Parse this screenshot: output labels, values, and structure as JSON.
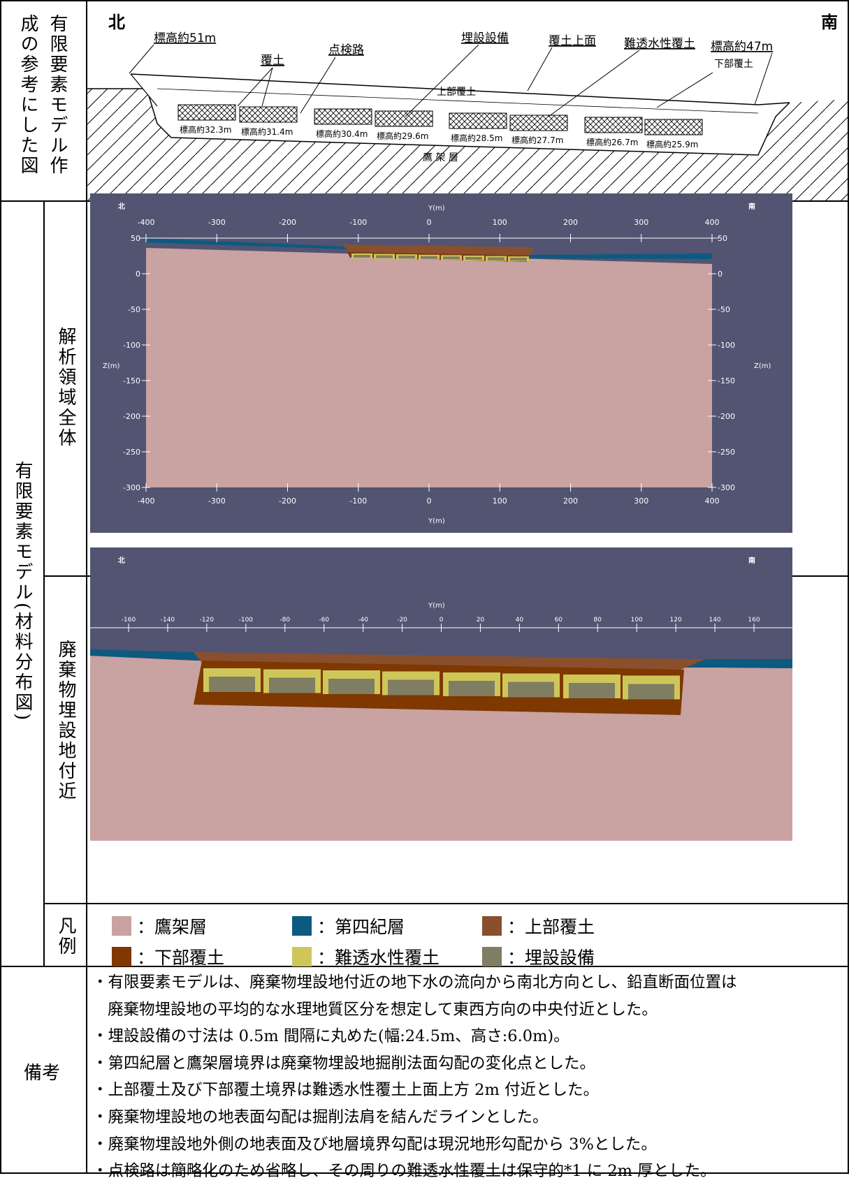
{
  "sections": {
    "reference_label": "有限要素モデル作成の参考にした図",
    "reference_label_col1": "有限要素モデル作",
    "reference_label_col2": "成の参考にした図",
    "model_label": "有限要素モデル(材料分布図)",
    "whole_label": "解析領域全体",
    "near_label": "廃棄物埋設地付近",
    "legend_label": "凡例",
    "remarks_label": "備考"
  },
  "reference_figure": {
    "north": "北",
    "south": "南",
    "elev_top_north": "標高約51m",
    "elev_top_south": "標高約47m",
    "cover": "覆土",
    "inspection_path": "点検路",
    "buried_facility": "埋設設備",
    "cover_top": "覆土上面",
    "low_perm_cover": "難透水性覆土",
    "lower_cover": "下部覆土",
    "upper_cover": "上部覆土",
    "takanosu_layer": "鷹 架 層",
    "facility_elevations": [
      "標高約32.3m",
      "標高約31.4m",
      "標高約30.4m",
      "標高約29.6m",
      "標高約28.5m",
      "標高約27.7m",
      "標高約26.7m",
      "標高約25.9m"
    ]
  },
  "whole_panel": {
    "north": "北",
    "south": "南",
    "x_title_top": "Y(m)",
    "x_title_bottom": "Y(m)",
    "z_title_left": "Z(m)",
    "z_title_right": "Z(m)",
    "x_ticks": [
      "-400",
      "-300",
      "-200",
      "-100",
      "0",
      "100",
      "200",
      "300",
      "400"
    ],
    "z_ticks": [
      "50",
      "0",
      "-50",
      "-100",
      "-150",
      "-200",
      "-250",
      "-300"
    ]
  },
  "near_panel": {
    "north": "北",
    "south": "南",
    "x_title": "Y(m)",
    "x_ticks": [
      "-160",
      "-140",
      "-120",
      "-100",
      "-80",
      "-60",
      "-40",
      "-20",
      "0",
      "20",
      "40",
      "60",
      "80",
      "100",
      "120",
      "140",
      "160"
    ]
  },
  "legend": [
    {
      "label": "：鷹架層",
      "color": "#c9a2a2"
    },
    {
      "label": "：第四紀層",
      "color": "#0d5a80"
    },
    {
      "label": "：上部覆土",
      "color": "#8a4f2c"
    },
    {
      "label": "：下部覆土",
      "color": "#7e3800"
    },
    {
      "label": "：難透水性覆土",
      "color": "#cfc65a"
    },
    {
      "label": "：埋設設備",
      "color": "#7f7d62"
    }
  ],
  "remarks": [
    "・有限要素モデルは、廃棄物埋設地付近の地下水の流向から南北方向とし、鉛直断面位置は",
    "廃棄物埋設地の平均的な水理地質区分を想定して東西方向の中央付近とした。",
    "・埋設設備の寸法は 0.5m 間隔に丸めた(幅:24.5m、高さ:6.0m)。",
    "・第四紀層と鷹架層境界は廃棄物埋設地掘削法面勾配の変化点とした。",
    "・上部覆土及び下部覆土境界は難透水性覆土上面上方 2m 付近とした。",
    "・廃棄物埋設地の地表面勾配は掘削法肩を結んだラインとした。",
    "・廃棄物埋設地外側の地表面及び地層境界勾配は現況地形勾配から 3%とした。",
    "・点検路は簡略化のため省略し、その周りの難透水性覆土は保守的*1 に 2m 厚とした。"
  ]
}
